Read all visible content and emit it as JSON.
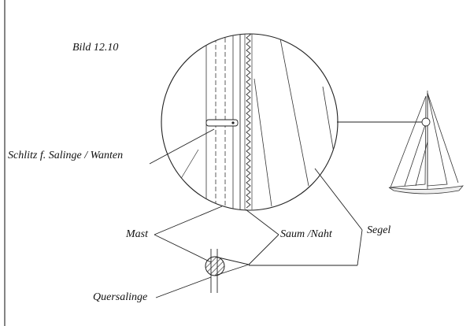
{
  "figure_title": "Bild 12.10",
  "labels": {
    "slot": "Schlitz f. Salinge / Wanten",
    "mast": "Mast",
    "hem": "Saum /Naht",
    "sail": "Segel",
    "spreader": "Quersalinge"
  },
  "colors": {
    "line": "#222222",
    "background": "#ffffff"
  }
}
